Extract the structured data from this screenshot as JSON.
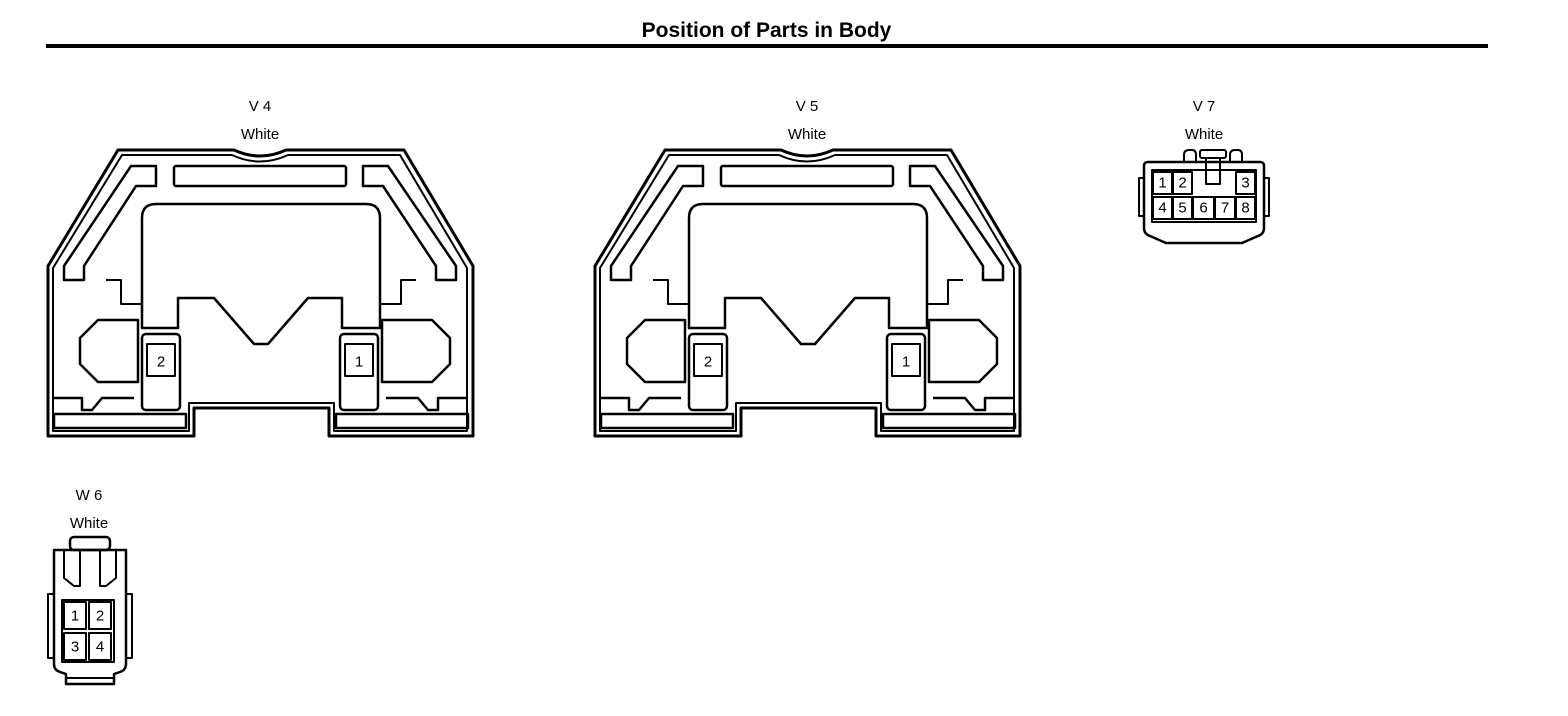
{
  "page": {
    "title": "Position of Parts in Body"
  },
  "connectors": {
    "v4": {
      "id": "V 4",
      "color": "White",
      "pins": [
        "2",
        "1"
      ]
    },
    "v5": {
      "id": "V 5",
      "color": "White",
      "pins": [
        "2",
        "1"
      ]
    },
    "v7": {
      "id": "V 7",
      "color": "White",
      "pins": [
        "1",
        "2",
        "3",
        "4",
        "5",
        "6",
        "7",
        "8"
      ]
    },
    "w6": {
      "id": "W 6",
      "color": "White",
      "pins": [
        "1",
        "2",
        "3",
        "4"
      ]
    }
  }
}
